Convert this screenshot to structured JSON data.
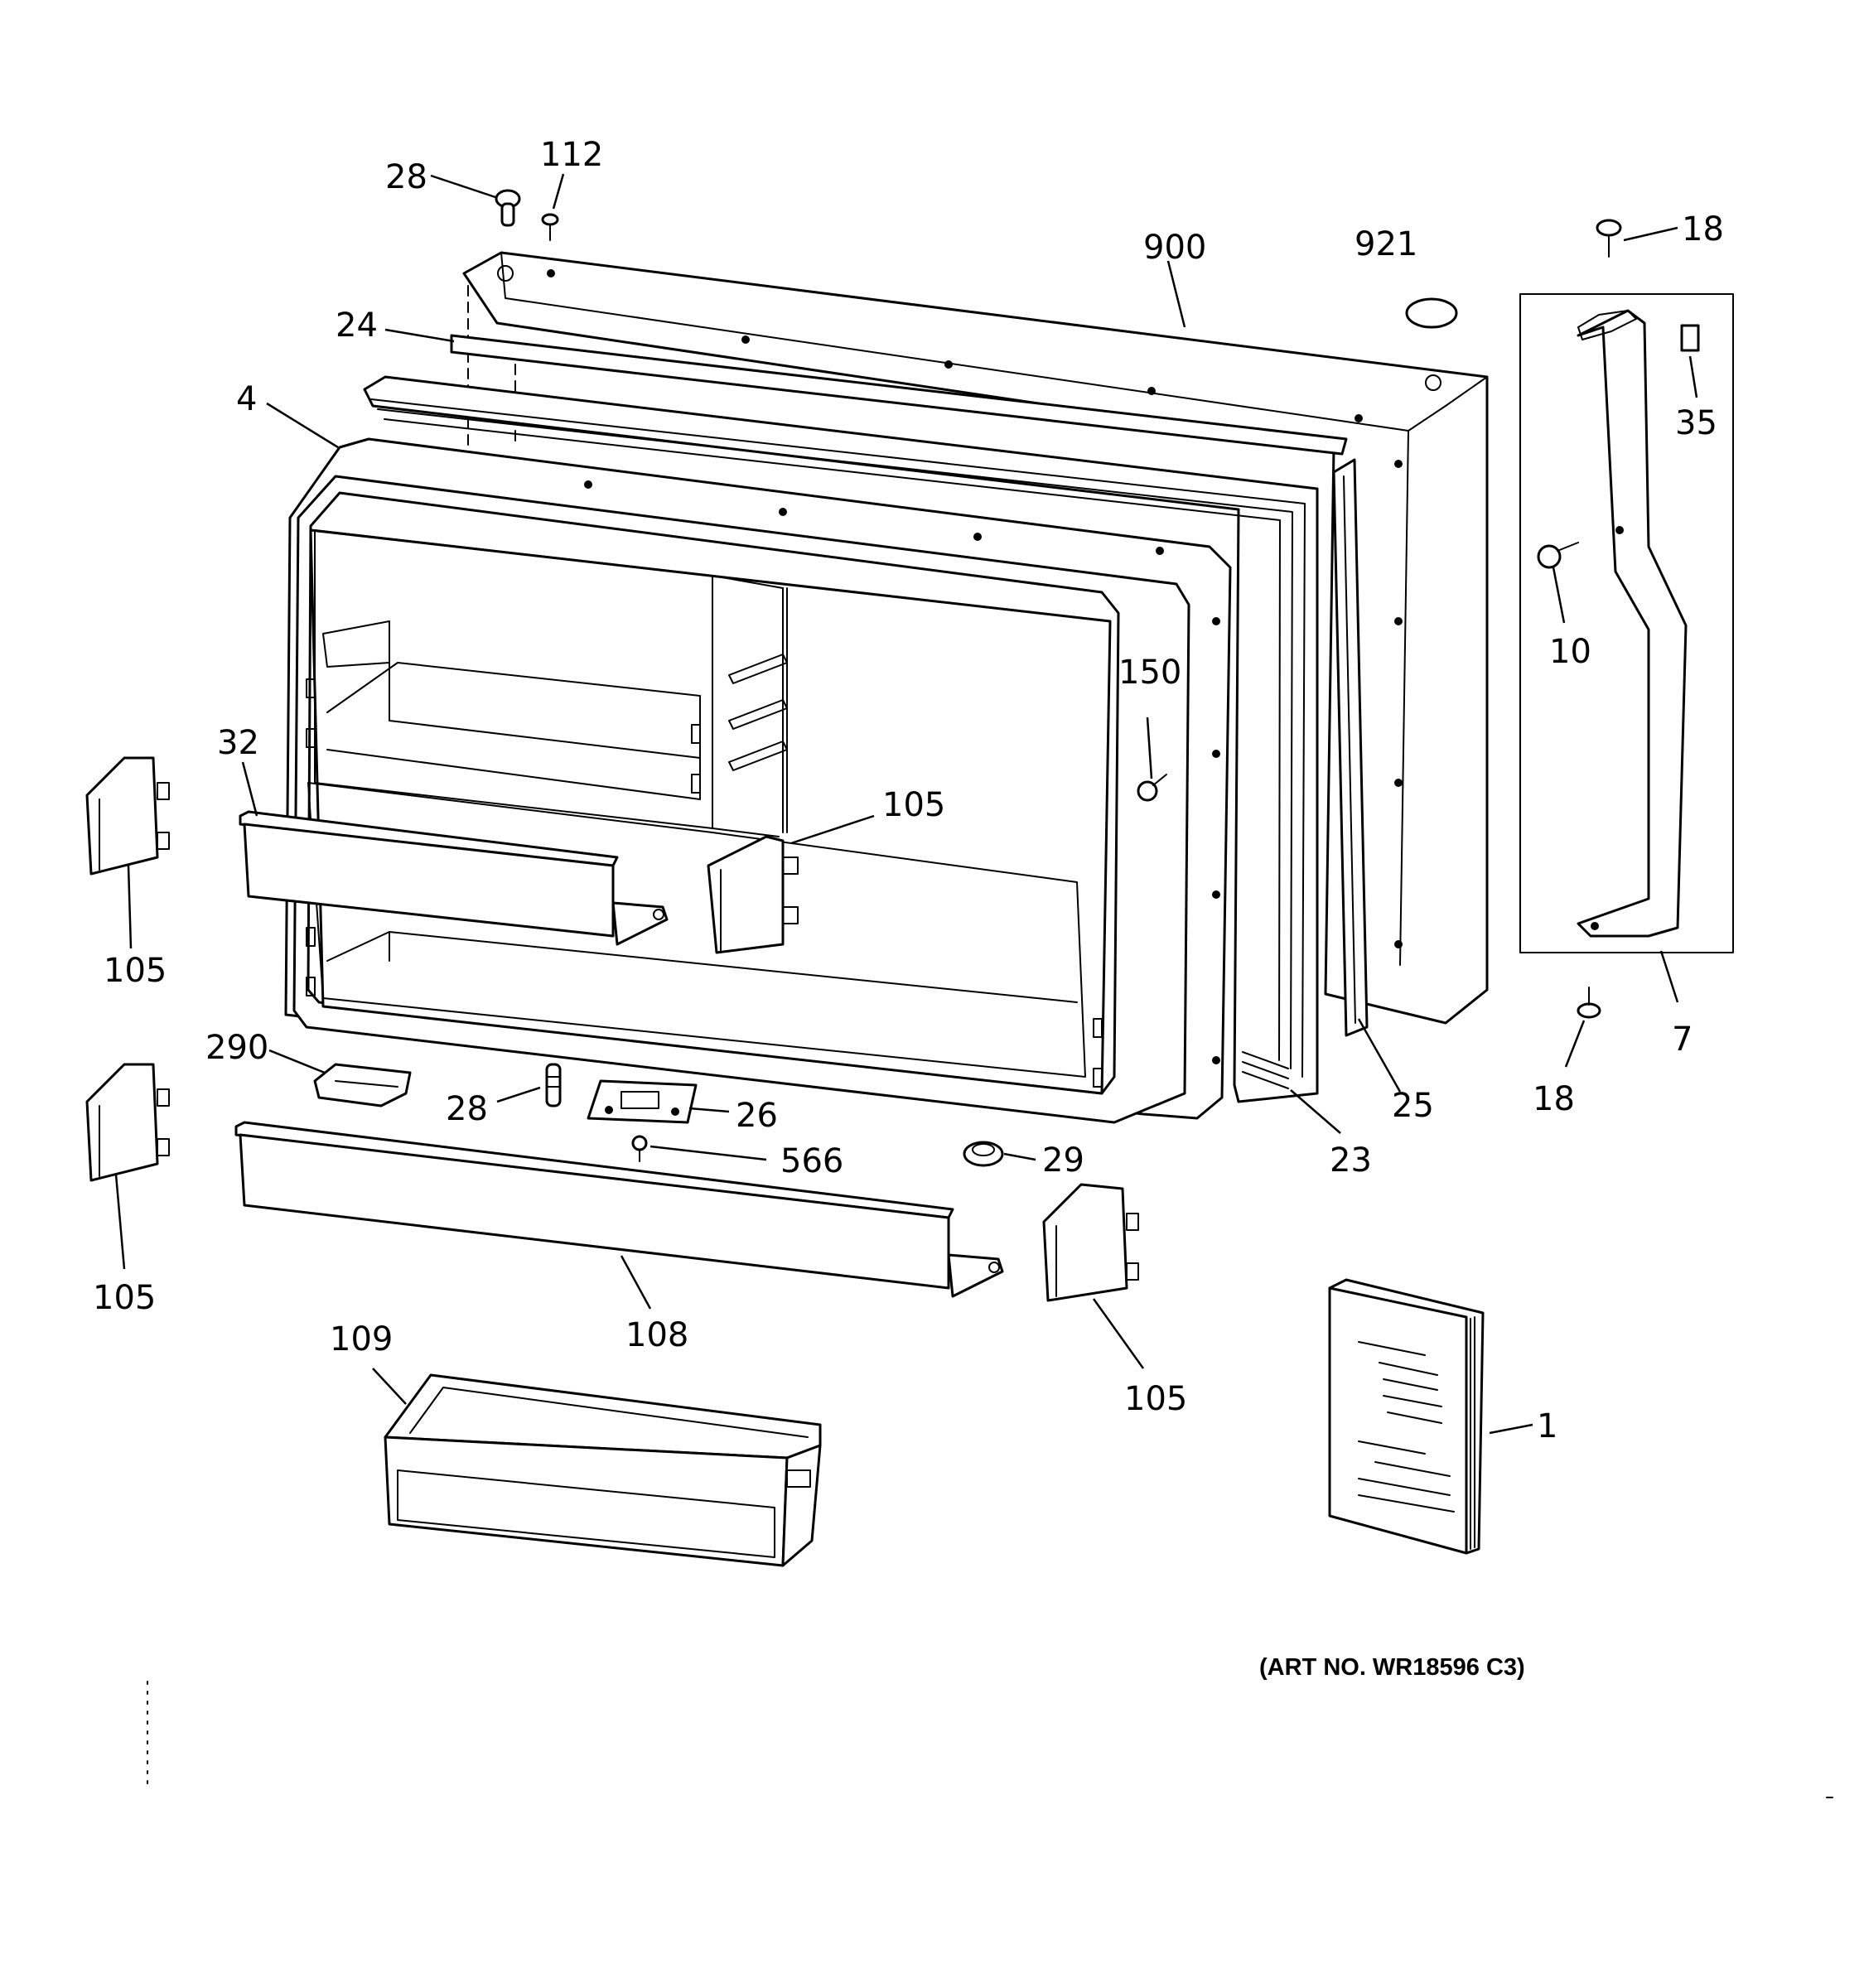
{
  "diagram": {
    "callouts": {
      "c_28_top": "28",
      "c_112": "112",
      "c_900": "900",
      "c_921": "921",
      "c_18_top": "18",
      "c_24": "24",
      "c_4": "4",
      "c_35": "35",
      "c_10": "10",
      "c_150": "150",
      "c_32": "32",
      "c_105_center": "105",
      "c_105_left_top": "105",
      "c_290": "290",
      "c_28_bottom": "28",
      "c_26": "26",
      "c_566": "566",
      "c_29": "29",
      "c_23": "23",
      "c_25": "25",
      "c_18_bottom": "18",
      "c_7": "7",
      "c_105_left_bottom": "105",
      "c_108": "108",
      "c_109": "109",
      "c_105_right": "105",
      "c_1": "1"
    },
    "art_number": "(ART NO. WR18596 C3)"
  }
}
